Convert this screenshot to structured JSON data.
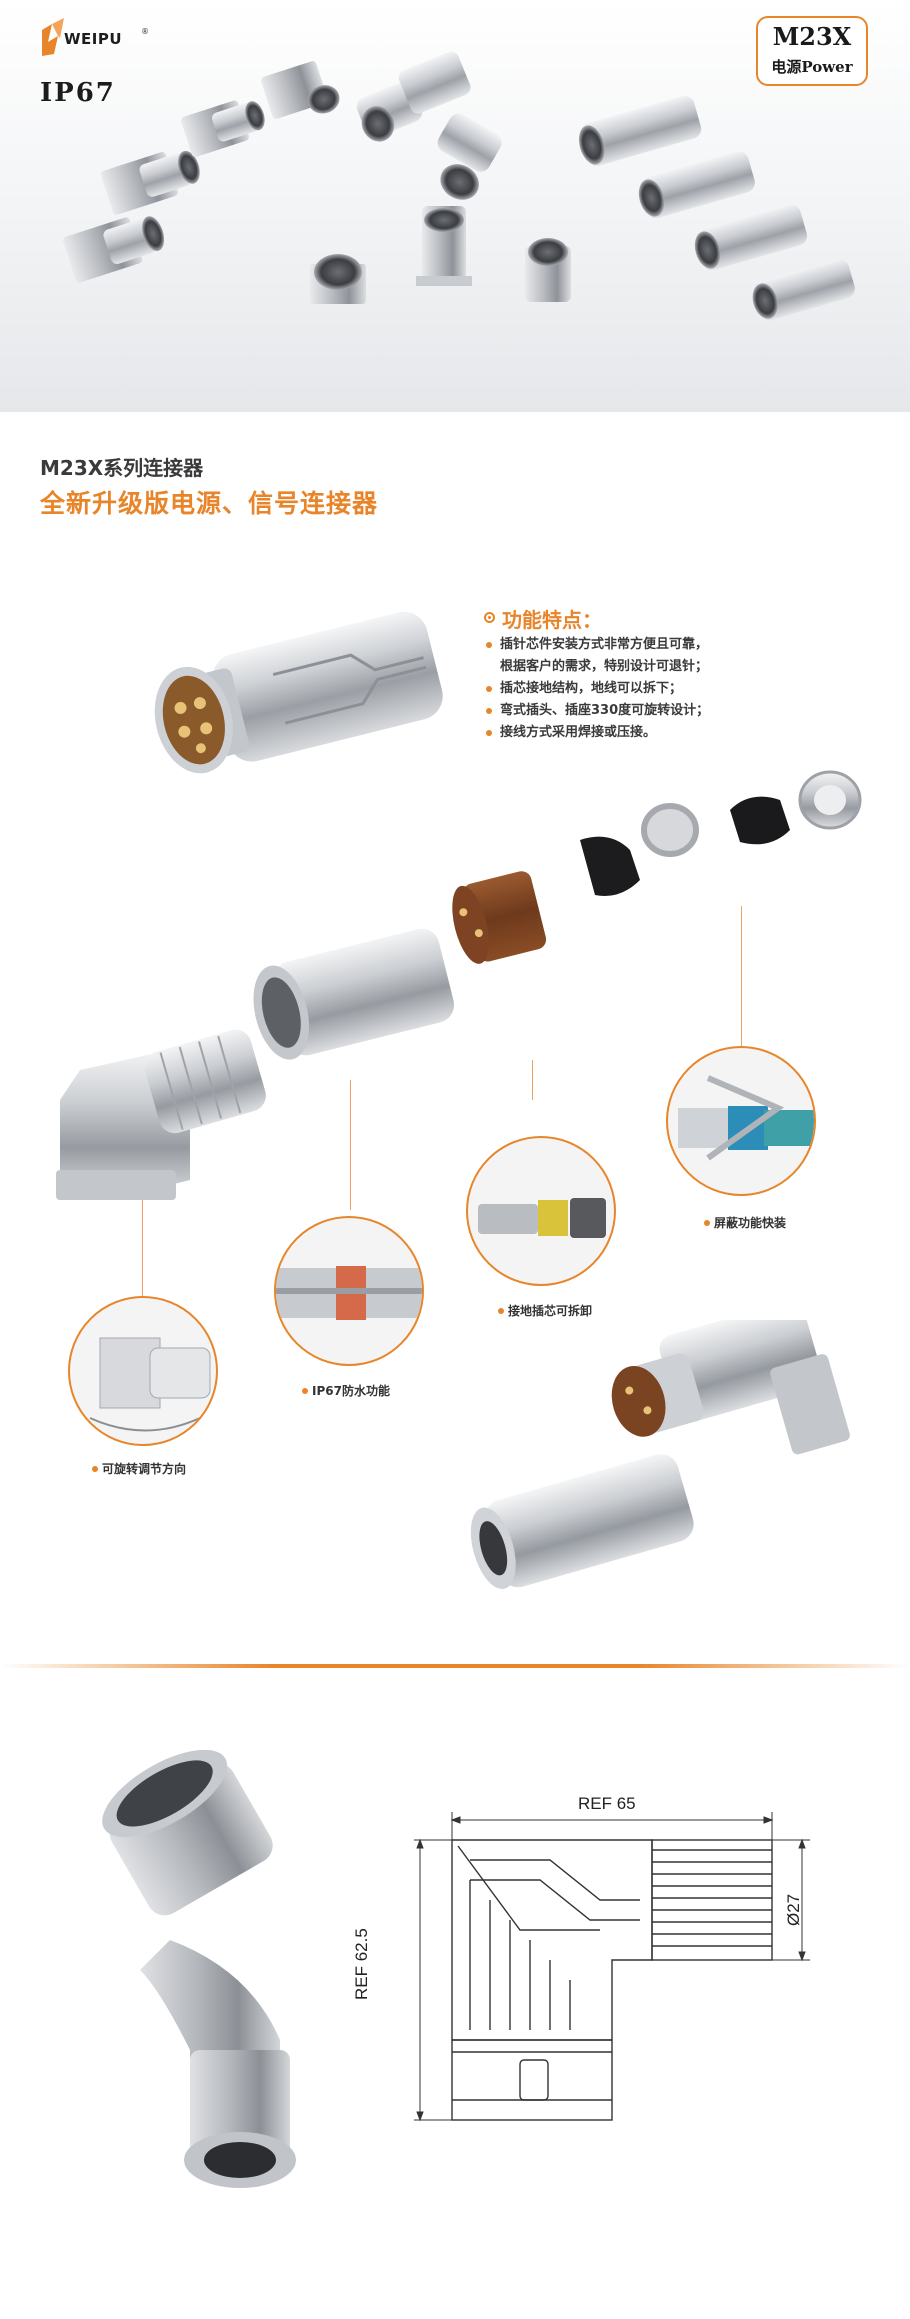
{
  "brand": {
    "logo_text": "WEIPU",
    "registered": "®"
  },
  "rating": "IP67",
  "badge": {
    "model": "M23X",
    "subtitle": "电源Power"
  },
  "section": {
    "title": "M23X系列连接器",
    "headline": "全新升级版电源、信号连接器"
  },
  "features": {
    "title": "功能特点：",
    "items": [
      {
        "line1": "插针芯件安装方式非常方便且可靠，",
        "line2": "根据客户的需求，特别设计可退针；"
      },
      {
        "line1": "插芯接地结构，地线可以拆下；",
        "line2": ""
      },
      {
        "line1": "弯式插头、插座330度可旋转设计；",
        "line2": ""
      },
      {
        "line1": "接线方式采用焊接或压接。",
        "line2": ""
      }
    ]
  },
  "callouts": {
    "shield": "屏蔽功能快装",
    "ground": "接地插芯可拆卸",
    "waterproof": "IP67防水功能",
    "rotate": "可旋转调节方向"
  },
  "drawing": {
    "width_label": "REF 65",
    "height_label": "REF 62.5",
    "diameter_label": "Ø27"
  },
  "colors": {
    "accent": "#e8852a",
    "text": "#3a3a3a",
    "metal": "#b9bcc1",
    "insulator": "#7a3e1f"
  }
}
